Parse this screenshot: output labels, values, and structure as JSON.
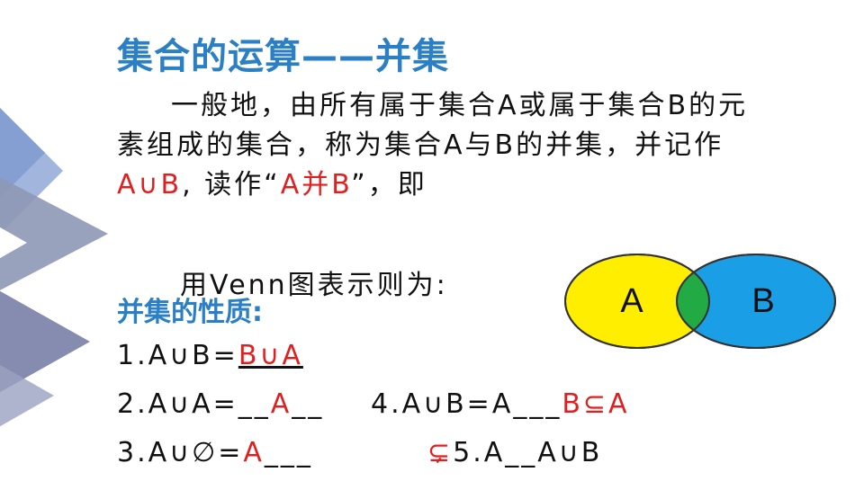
{
  "title": "集合的运算——并集",
  "definition": {
    "line1": "一般地，由所有属于集合A或属于集合B的元",
    "line2": "素组成的集合，称为集合A与B的并集，并记作",
    "line3_notation": "A∪B",
    "line3_mid": ", 读作“",
    "line3_reading": "A并B",
    "line3_end": "”，即"
  },
  "venn_text": "用Venn图表示则为:",
  "venn": {
    "left_label": "A",
    "right_label": "B",
    "colors": {
      "left": "#ffee00",
      "right": "#1a9fe6",
      "intersection": "#22aa44"
    }
  },
  "properties_heading": "并集的性质:",
  "properties": [
    {
      "expr": "1.A∪B=",
      "answer": "B∪A",
      "trail": ""
    },
    {
      "expr": "2.A∪A=__",
      "answer": "A",
      "trail": "__"
    },
    {
      "expr": "4.A∪B=A___",
      "answer": "B⊆A",
      "trail": ""
    },
    {
      "expr": "3.A∪∅=",
      "answer": "A",
      "trail": "___"
    },
    {
      "expr": "5.A__A∪B",
      "answer": "⊊",
      "trail": ""
    }
  ]
}
